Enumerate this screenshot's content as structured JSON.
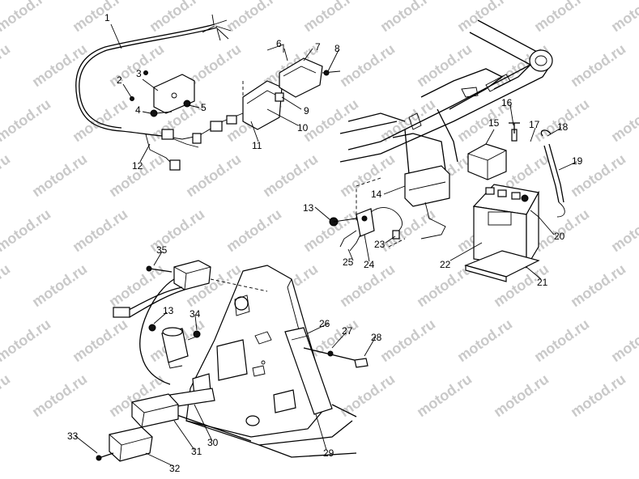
{
  "watermark": "motod.ru",
  "callouts": {
    "c1": "1",
    "c2": "2",
    "c3": "3",
    "c4": "4",
    "c5": "5",
    "c6": "6",
    "c7": "7",
    "c8": "8",
    "c9": "9",
    "c10": "10",
    "c11": "11",
    "c12": "12",
    "c13a": "13",
    "c13b": "13",
    "c14": "14",
    "c15": "15",
    "c16": "16",
    "c17": "17",
    "c18": "18",
    "c19": "19",
    "c20": "20",
    "c21": "21",
    "c22": "22",
    "c23": "23",
    "c24": "24",
    "c25": "25",
    "c26": "26",
    "c27": "27",
    "c28": "28",
    "c29": "29",
    "c30": "30",
    "c31": "31",
    "c32": "32",
    "c33": "33",
    "c34": "34",
    "c35": "35"
  }
}
